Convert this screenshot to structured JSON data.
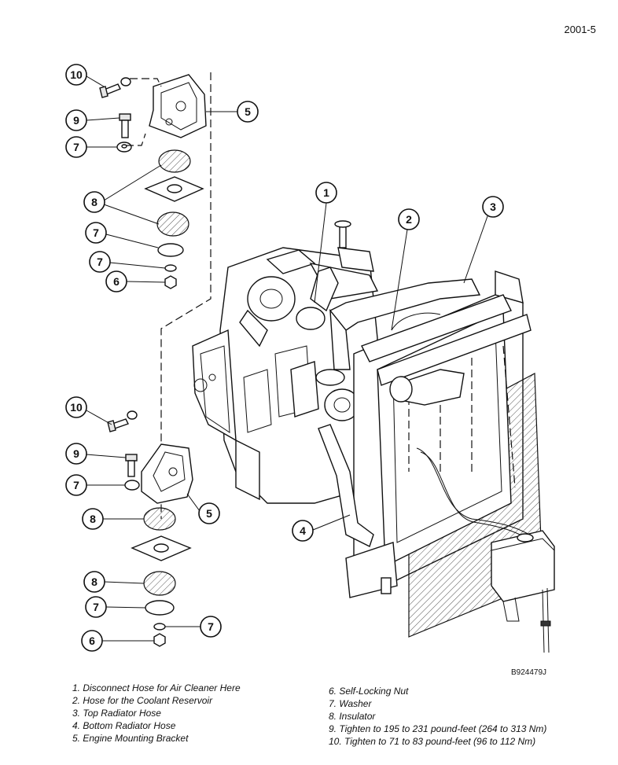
{
  "header": {
    "page_number": "2001-5"
  },
  "figure": {
    "id": "B924479J"
  },
  "callouts": {
    "c1": "1",
    "c2": "2",
    "c3": "3",
    "c4": "4",
    "c5a": "5",
    "c5b": "5",
    "c6a": "6",
    "c6b": "6",
    "c7a": "7",
    "c7b": "7",
    "c7c": "7",
    "c7d": "7",
    "c7e": "7",
    "c7f": "7",
    "c8a": "8",
    "c8b": "8",
    "c8c": "8",
    "c9a": "9",
    "c9b": "9",
    "c10a": "10",
    "c10b": "10"
  },
  "legend": {
    "left": [
      "1. Disconnect Hose for Air Cleaner Here",
      "2. Hose for the Coolant Reservoir",
      "3. Top Radiator Hose",
      "4. Bottom Radiator Hose",
      "5. Engine Mounting Bracket"
    ],
    "right": [
      "6. Self-Locking Nut",
      "7. Washer",
      "8. Insulator",
      "9. Tighten to 195 to 231 pound-feet (264 to 313 Nm)",
      "10. Tighten to 71 to 83 pound-feet (96 to 112 Nm)"
    ]
  }
}
